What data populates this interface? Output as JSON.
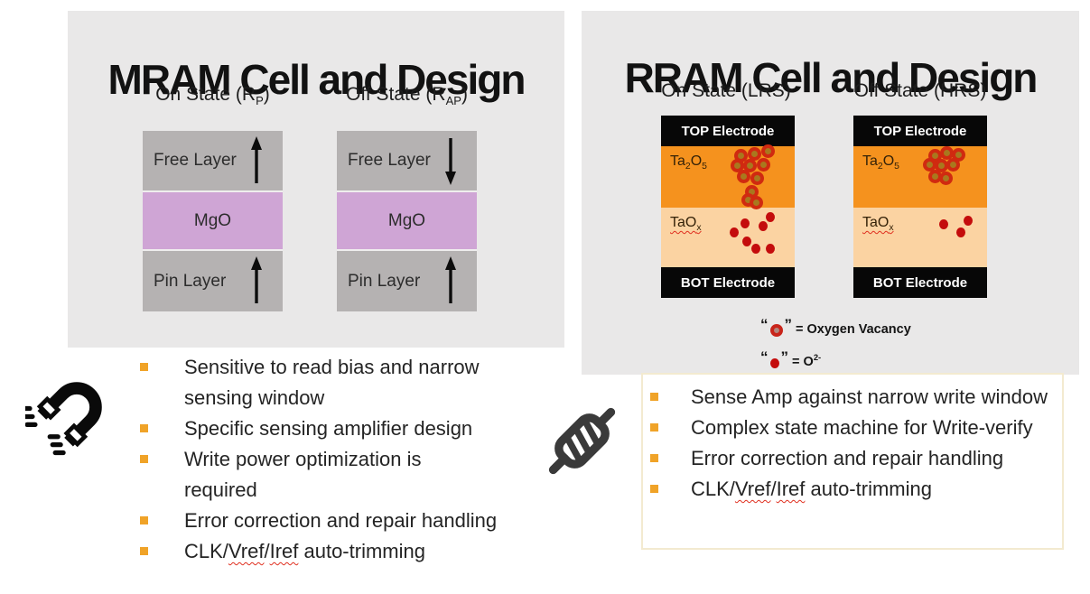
{
  "mram": {
    "title": "MRAM Cell and Design",
    "on_state": {
      "pre": "On State (R",
      "sub": "P",
      "post": ")"
    },
    "off_state": {
      "pre": "Off State (R",
      "sub": "AP",
      "post": ")"
    },
    "layers": {
      "free": "Free Layer",
      "barrier": "MgO",
      "pin": "Pin Layer"
    },
    "arrows": {
      "on_free": "up",
      "on_pin": "up",
      "off_free": "down",
      "off_pin": "up"
    },
    "bullets": {
      "b1": [
        "Sensitive to read bias and narrow",
        "sensing window"
      ],
      "b2": [
        "Specific sensing amplifier design"
      ],
      "b3": [
        "Write power optimization is",
        "required"
      ],
      "b4": [
        "Error correction and repair handling"
      ],
      "b5": {
        "pre": "CLK/",
        "w1": "Vref",
        "sep": "/",
        "w2": "Iref",
        "post": " auto-trimming"
      }
    }
  },
  "rram": {
    "title": "RRAM Cell and Design",
    "on_state": "On State (LRS)",
    "off_state": "Off State (HRS)",
    "stack": {
      "top_electrode": "TOP Electrode",
      "oxide": {
        "t1": "Ta",
        "s1": "2",
        "t2": "O",
        "s2": "5"
      },
      "suboxide": {
        "t1": "TaO",
        "s1": "x"
      },
      "bot_electrode": "BOT Electrode"
    },
    "on_vacancies": [
      [
        88,
        44
      ],
      [
        103,
        42
      ],
      [
        118,
        39
      ],
      [
        84,
        55
      ],
      [
        98,
        55
      ],
      [
        113,
        54
      ],
      [
        91,
        67
      ],
      [
        106,
        69
      ],
      [
        100,
        84
      ],
      [
        96,
        93
      ],
      [
        105,
        96
      ]
    ],
    "on_ions": [
      [
        121,
        112
      ],
      [
        93,
        119
      ],
      [
        113,
        122
      ],
      [
        81,
        129
      ],
      [
        95,
        139
      ],
      [
        105,
        147
      ],
      [
        121,
        147
      ]
    ],
    "off_vacancies": [
      [
        90,
        44
      ],
      [
        103,
        41
      ],
      [
        116,
        43
      ],
      [
        84,
        54
      ],
      [
        97,
        55
      ],
      [
        110,
        54
      ],
      [
        90,
        67
      ],
      [
        102,
        69
      ]
    ],
    "off_ions": [
      [
        100,
        120
      ],
      [
        127,
        116
      ],
      [
        119,
        129
      ]
    ],
    "legend": {
      "quote_open": "“",
      "quote_close": "”",
      "vacancy_label": "= Oxygen Vacancy",
      "o2_pre": "= O",
      "o2_sup": "2-"
    },
    "bullets": {
      "b1": [
        "Sense Amp against narrow write window"
      ],
      "b2": [
        "Complex state machine for Write-verify"
      ],
      "b3": [
        "Error correction and repair handling"
      ],
      "b4": {
        "pre": "CLK/",
        "w1": "Vref",
        "sep": "/",
        "w2": "Iref",
        "post": " auto-trimming"
      }
    }
  },
  "colors": {
    "panel_bg": "#e9e8e8",
    "mram_layer_gray": "#b5b2b2",
    "mgo_purple": "#cfa5d5",
    "electrode_black": "#070707",
    "oxide_orange": "#f5921e",
    "suboxide_peach": "#fbd3a2",
    "vacancy_ring": "#d02a10",
    "vacancy_core": "#a9781e",
    "ion_red": "#c40c0c",
    "bullet_gold": "#f0a328",
    "box_border": "#f3ead0"
  }
}
